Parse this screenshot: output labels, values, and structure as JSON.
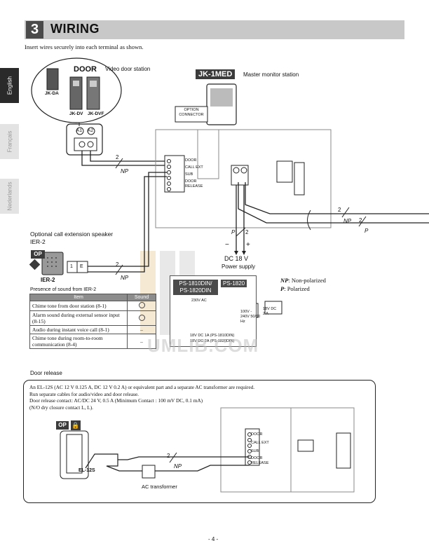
{
  "section": {
    "number": "3",
    "title": "WIRING"
  },
  "intro": "Insert wires securely into each terminal as shown.",
  "language_tabs": [
    "English",
    "Français",
    "Nederlands"
  ],
  "door_station": {
    "heading": "DOOR",
    "caption": "Video door station",
    "models": [
      "JK-DA",
      "JK-DV",
      "JK-DVF"
    ],
    "terminals": [
      "A1",
      "A2"
    ]
  },
  "master": {
    "model": "JK-1MED",
    "caption": "Master monitor station",
    "option_connector": "OPTION CONNECTOR"
  },
  "terminal_labels": [
    "DOOR",
    "CALL EXT",
    "SUB",
    "DOOR RELEASE"
  ],
  "wire_marks": {
    "two": "2",
    "np": "NP",
    "p": "P"
  },
  "ier": {
    "heading": "Optional call extension speaker",
    "model": "IER-2",
    "badge": "OP",
    "terminals": [
      "1",
      "E"
    ]
  },
  "power": {
    "voltage": "DC 18 V",
    "caption": "Power supply",
    "minus": "−",
    "plus": "+"
  },
  "legend": {
    "np_key": "NP",
    "np_text": ": Non-polarized",
    "p_key": "P",
    "p_text": ": Polarized"
  },
  "psu": {
    "models_left": "PS-1810DIN/ PS-1820DIN",
    "model_right": "PS-1820",
    "input_ac": "230V AC",
    "range": "100V - 240V 50/60 Hz",
    "out_right": "18V DC 2 A",
    "out_1": "18V DC 1A (PS-1810DIN)",
    "out_2": "18V DC 2A (PS-1820DIN)"
  },
  "sound_table": {
    "title": "Presence of sound from IER-2",
    "headers": [
      "Item",
      "Sound"
    ],
    "rows": [
      {
        "item": "Chime tone from door station (8-1)",
        "sound": "circle"
      },
      {
        "item": "Alarm sound during external sensor input (8-15)",
        "sound": "circle"
      },
      {
        "item": "Audio during instant voice call (8-1)",
        "sound": "–"
      },
      {
        "item": "Chime tone during room-to-room communication (8-4)",
        "sound": "–"
      }
    ]
  },
  "door_release": {
    "title": "Door release",
    "notes": [
      "An EL-12S (AC 12 V 0.125 A, DC 12 V 0.2 A) or equivalent part and a separate AC transformer are required.",
      "Run separate cables for audio/video and door release.",
      "Door release contact: AC/DC 24 V, 0.5 A (Minimum Contact : 100 mV DC, 0.1 mA)",
      "(N/O dry closure contact L, L)."
    ],
    "badge": "OP",
    "model": "EL-12S",
    "transformer": "AC transformer"
  },
  "watermark": "UMLIB.COM",
  "page_number": "- 4 -"
}
